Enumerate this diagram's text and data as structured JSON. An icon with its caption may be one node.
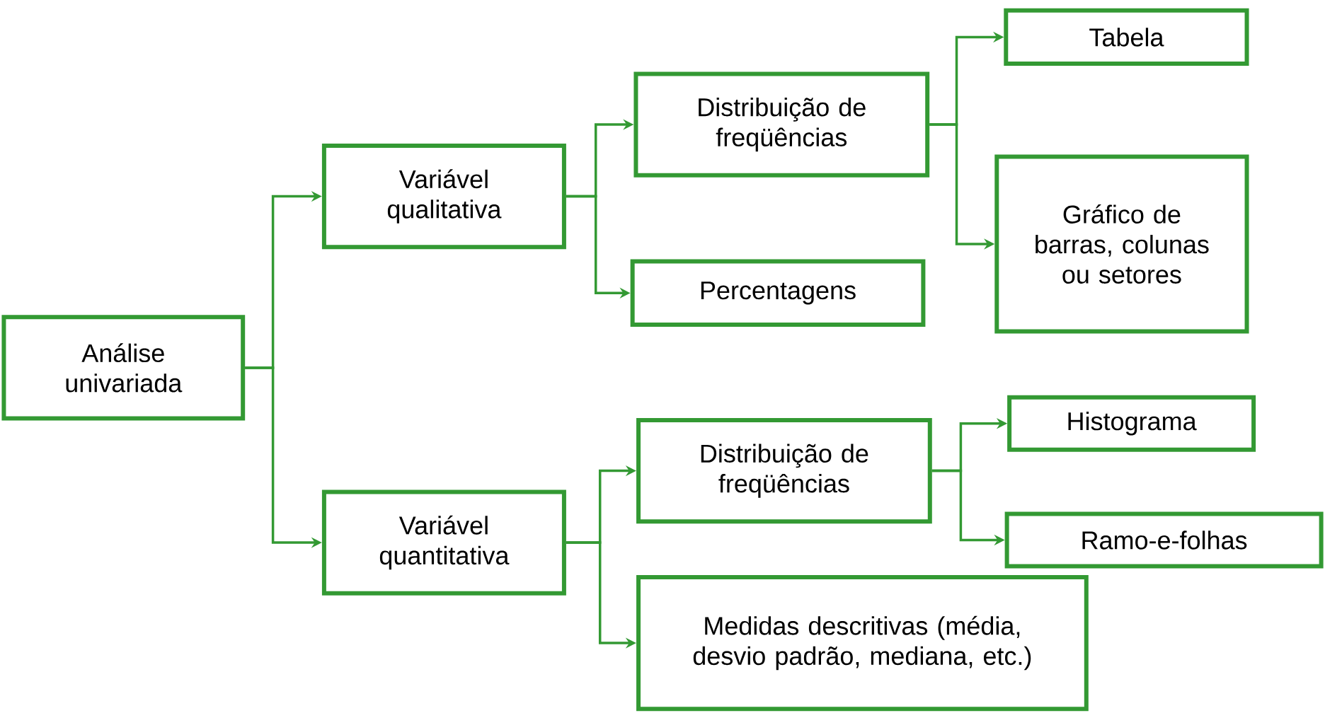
{
  "diagram": {
    "nodes": [
      {
        "text": [
          "Análise univariada"
        ]
      },
      {
        "text": [
          "Variável qualitativa"
        ]
      },
      {
        "text": [
          "Distribuição de freqüências"
        ]
      },
      {
        "text": [
          "Tabela"
        ]
      },
      {
        "text": [
          "Gráfico de barras, colunas ou setores"
        ]
      },
      {
        "text": [
          "Percentagens"
        ]
      },
      {
        "text": [
          "Variável quantitativa"
        ]
      },
      {
        "text": [
          "Distribuição de freqüências"
        ]
      },
      {
        "text": [
          "Histograma"
        ]
      },
      {
        "text": [
          "Ramo-e-folhas"
        ]
      },
      {
        "text": [
          "Medidas descritivas (média, desvio padrão, mediana, etc.)"
        ]
      }
    ],
    "edges": [
      {
        "from": 0,
        "to": 1,
        "arrow": "to"
      },
      {
        "from": 0,
        "to": 6,
        "arrow": "to"
      },
      {
        "from": 1,
        "to": 2,
        "arrow": "to"
      },
      {
        "from": 1,
        "to": 5,
        "arrow": "to"
      },
      {
        "from": 2,
        "to": 3,
        "arrow": "to"
      },
      {
        "from": 2,
        "to": 4,
        "arrow": "to"
      },
      {
        "from": 6,
        "to": 7,
        "arrow": "to"
      },
      {
        "from": 6,
        "to": 10,
        "arrow": "to"
      },
      {
        "from": 7,
        "to": 8,
        "arrow": "to"
      },
      {
        "from": 7,
        "to": 9,
        "arrow": "to"
      }
    ]
  }
}
